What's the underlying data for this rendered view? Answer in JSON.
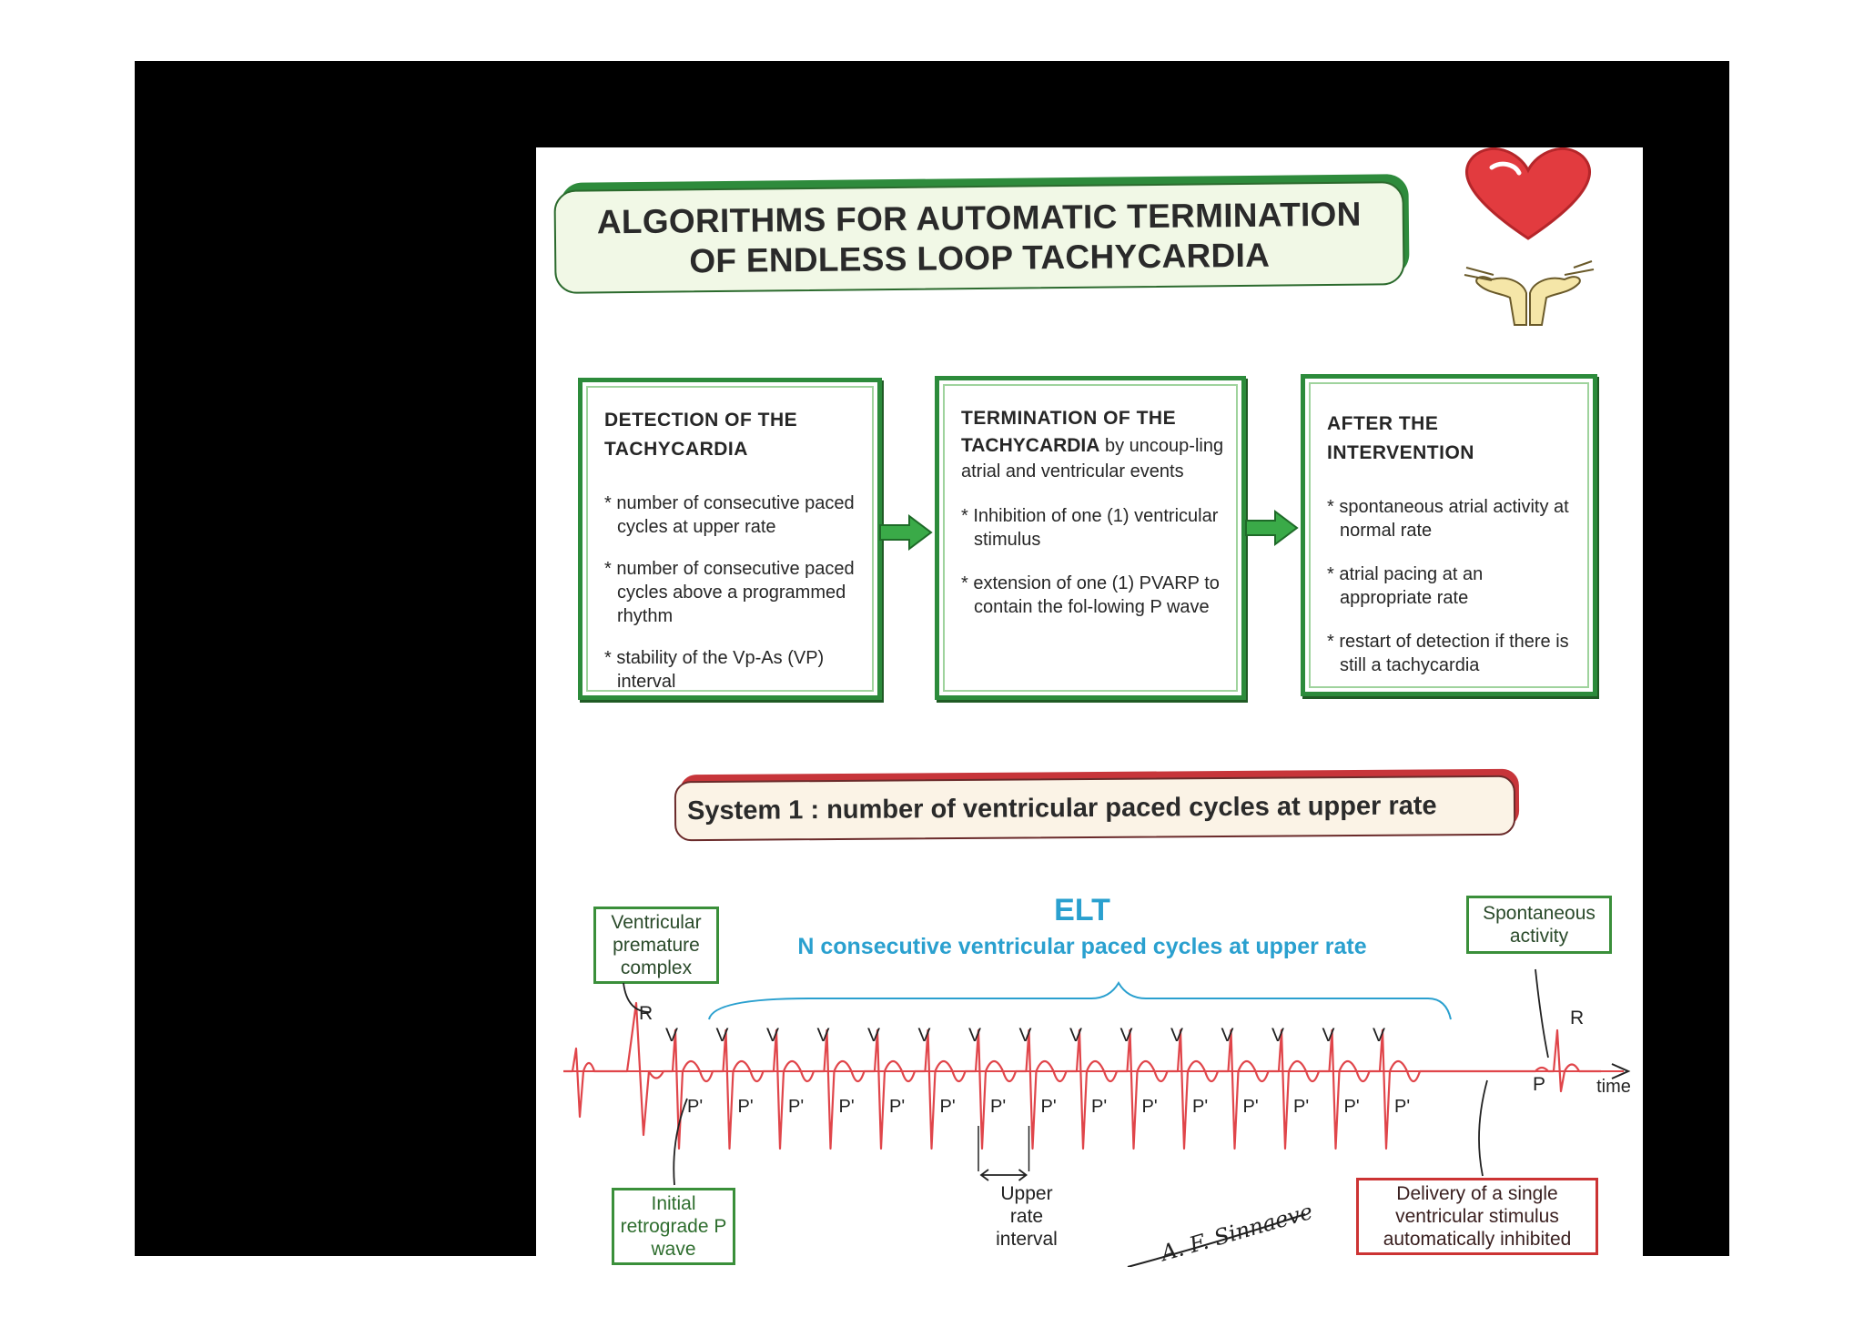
{
  "title": {
    "line1": "ALGORITHMS FOR AUTOMATIC TERMINATION",
    "line2": "OF ENDLESS LOOP TACHYCARDIA"
  },
  "boxes": {
    "detection": {
      "heading_l1": "DETECTION OF THE",
      "heading_l2": "TACHYCARDIA",
      "items": [
        "* number of consecutive paced cycles at upper rate",
        "* number of consecutive paced cycles above a programmed rhythm",
        "* stability of the Vp-As (VP) interval"
      ]
    },
    "termination": {
      "heading_l1": "TERMINATION OF THE",
      "heading_l2": "TACHYCARDIA",
      "heading_rest": " by uncoup-ling atrial and ventricular events",
      "items": [
        "* Inhibition of one (1) ventricular stimulus",
        "* extension of one (1) PVARP to contain the fol-lowing P wave"
      ]
    },
    "after": {
      "heading_l1": "AFTER THE",
      "heading_l2": "INTERVENTION",
      "items": [
        "* spontaneous atrial activity at normal rate",
        "* atrial pacing at an appropriate rate",
        "* restart of detection if there is still a tachycardia"
      ]
    }
  },
  "system": {
    "label": "System 1 : number of ventricular paced cycles at upper rate"
  },
  "ecg": {
    "elt": "ELT",
    "n_cycles": "N  consecutive ventricular paced cycles at upper rate",
    "v_label": "V",
    "v_count": 15,
    "p_prime_label": "P'",
    "p_prime_count": 15,
    "r_label": "R",
    "p_label": "P",
    "time_label": "time",
    "vpc_label": "Ventricular premature complex",
    "spont_label": "Spontaneous activity",
    "retro_label": "Initial retrograde P wave",
    "upper_label": "Upper rate interval",
    "delivery_label": "Delivery of a single ventricular stimulus automatically inhibited",
    "signature": "A. F. Sinnaeve"
  },
  "colors": {
    "green": "#2c8b3b",
    "ecg_red": "#e0454a",
    "cyan": "#2aa0cf",
    "heart": "#e23b3f"
  }
}
